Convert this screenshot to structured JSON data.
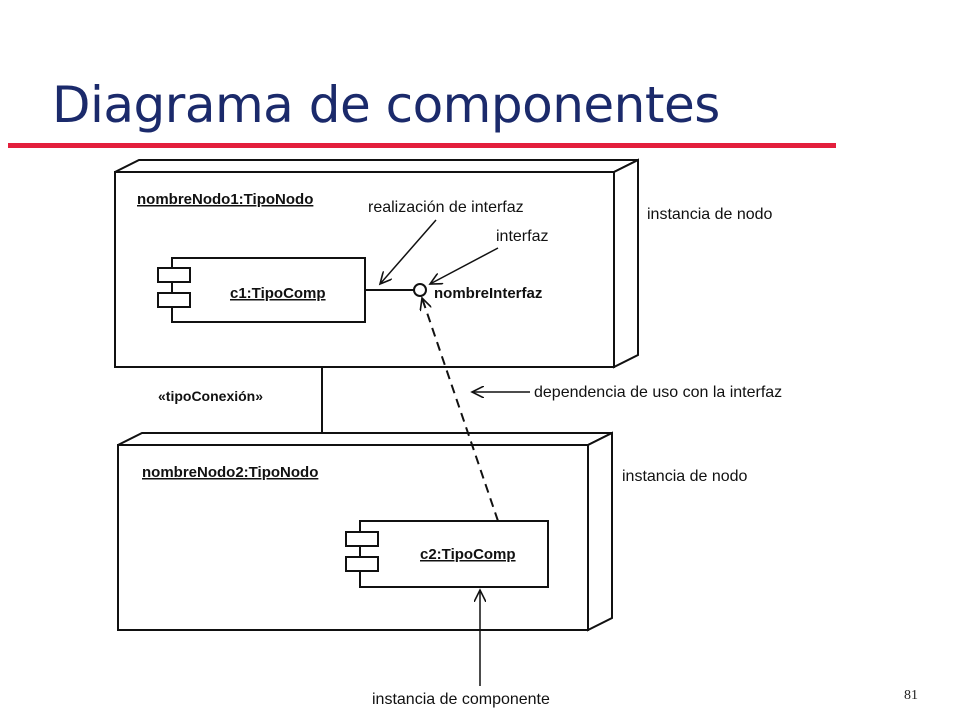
{
  "slide": {
    "title": "Diagrama de componentes",
    "page_number": "81",
    "accent_color": "#e31f3c",
    "title_color": "#1b2a6b"
  },
  "diagram": {
    "node1": {
      "name": "nombreNodo1:TipoNodo"
    },
    "node2": {
      "name": "nombreNodo2:TipoNodo"
    },
    "component1": {
      "name": "c1:TipoComp"
    },
    "component2": {
      "name": "c2:TipoComp"
    },
    "interface": {
      "name": "nombreInterfaz"
    },
    "connection": {
      "stereotype": "«tipoConexión»"
    },
    "annotations": {
      "interface_realization": "realización de interfaz",
      "interface": "interfaz",
      "node_instance_1": "instancia de nodo",
      "node_instance_2": "instancia de nodo",
      "usage_dependency": "dependencia de uso con la interfaz",
      "component_instance": "instancia de componente"
    }
  }
}
